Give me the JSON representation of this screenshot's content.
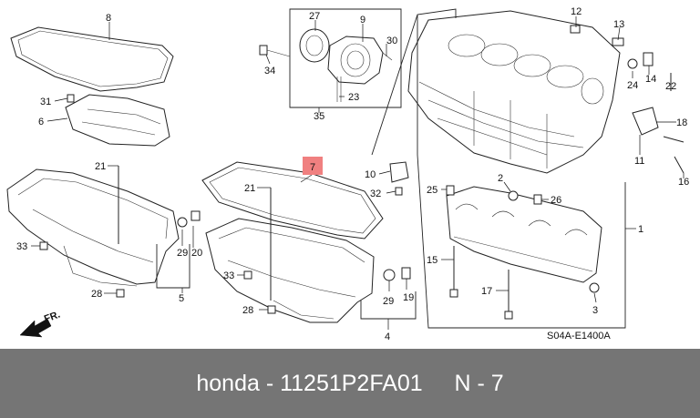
{
  "diagram": {
    "code": "S04A-E1400A",
    "direction_label": "FR.",
    "callouts": [
      {
        "id": "c8",
        "text": "8"
      },
      {
        "id": "c27",
        "text": "27"
      },
      {
        "id": "c9",
        "text": "9"
      },
      {
        "id": "c30",
        "text": "30"
      },
      {
        "id": "c34",
        "text": "34"
      },
      {
        "id": "c23",
        "text": "23"
      },
      {
        "id": "c35",
        "text": "35"
      },
      {
        "id": "c12",
        "text": "12"
      },
      {
        "id": "c13",
        "text": "13"
      },
      {
        "id": "c24",
        "text": "24"
      },
      {
        "id": "c14",
        "text": "14"
      },
      {
        "id": "c22",
        "text": "22"
      },
      {
        "id": "c18",
        "text": "18"
      },
      {
        "id": "c11",
        "text": "11"
      },
      {
        "id": "c16",
        "text": "16"
      },
      {
        "id": "c31",
        "text": "31"
      },
      {
        "id": "c6",
        "text": "6"
      },
      {
        "id": "c21a",
        "text": "21"
      },
      {
        "id": "c33a",
        "text": "33"
      },
      {
        "id": "c29a",
        "text": "29"
      },
      {
        "id": "c20",
        "text": "20"
      },
      {
        "id": "c5",
        "text": "5"
      },
      {
        "id": "c28a",
        "text": "28"
      },
      {
        "id": "c7",
        "text": "7"
      },
      {
        "id": "c21b",
        "text": "21"
      },
      {
        "id": "c10",
        "text": "10"
      },
      {
        "id": "c32",
        "text": "32"
      },
      {
        "id": "c25",
        "text": "25"
      },
      {
        "id": "c2",
        "text": "2"
      },
      {
        "id": "c26",
        "text": "26"
      },
      {
        "id": "c1",
        "text": "1"
      },
      {
        "id": "c15",
        "text": "15"
      },
      {
        "id": "c17",
        "text": "17"
      },
      {
        "id": "c3",
        "text": "3"
      },
      {
        "id": "c33b",
        "text": "33"
      },
      {
        "id": "c28b",
        "text": "28"
      },
      {
        "id": "c29b",
        "text": "29"
      },
      {
        "id": "c19",
        "text": "19"
      },
      {
        "id": "c4",
        "text": "4"
      }
    ]
  },
  "footer": {
    "text": "honda - 11251P2FA01     N - 7"
  },
  "colors": {
    "highlight": "#f08080",
    "footer_bg": "#757575",
    "footer_text": "#ffffff"
  }
}
